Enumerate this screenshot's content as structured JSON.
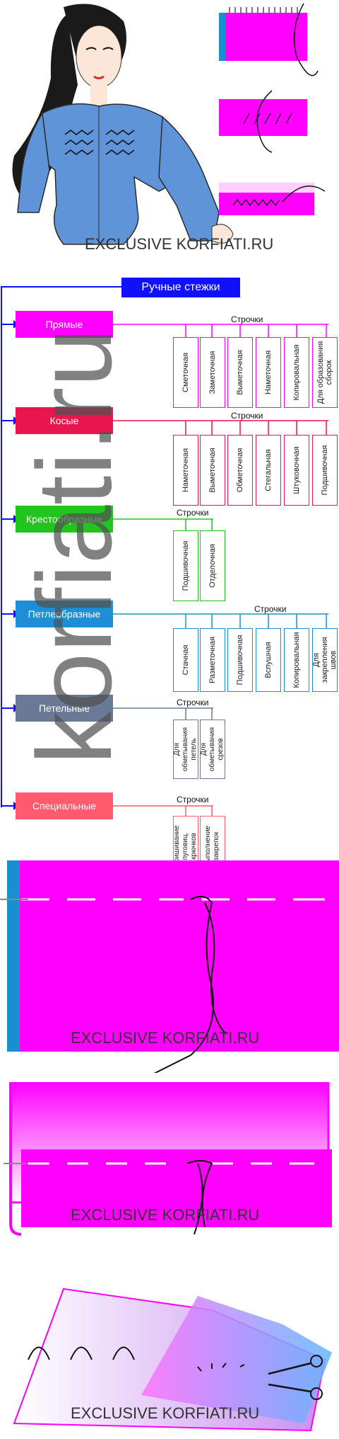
{
  "header_image": {
    "watermark": "EXCLUSIVE KORFIATI.RU"
  },
  "diagram": {
    "title": "Ручные стежки",
    "watermark": "korfiati.ru",
    "categories": [
      {
        "label": "Прямые",
        "color": "#ff00ff",
        "strochki": "Строчки",
        "items": [
          "Сметочная",
          "Заметочная",
          "Выметочная",
          "Наметочная",
          "Копировальная",
          "Для образования сборок"
        ]
      },
      {
        "label": "Косые",
        "color": "#e8154f",
        "strochki": "Строчки",
        "items": [
          "Наметочная",
          "Выметочная",
          "Обметочная",
          "Стегальная",
          "Штуковочная",
          "Подшивочная"
        ]
      },
      {
        "label": "Крестообразные",
        "color": "#22c41e",
        "strochki": "Строчки",
        "items": [
          "Подшивочная",
          "Отделочная"
        ]
      },
      {
        "label": "Петлеобразные",
        "color": "#1e8fd6",
        "strochki": "Строчки",
        "items": [
          "Стачная",
          "Разметочная",
          "Подшивочная",
          "Вспушная",
          "Копировальная",
          "Для закрепления швов"
        ]
      },
      {
        "label": "Петельные",
        "color": "#6a7a96",
        "strochki": "Строчки",
        "items": [
          "Для обметывания петель",
          "Для обметывания срезов"
        ]
      },
      {
        "label": "Специальные",
        "color": "#ff5a6e",
        "strochki": "Строчки",
        "items": [
          "Пришивание пуговиц, крючков",
          "Выполнение закрепок"
        ]
      }
    ]
  },
  "panel_1": {
    "watermark": "EXCLUSIVE KORFIATI.RU"
  },
  "panel_2": {
    "watermark": "EXCLUSIVE KORFIATI.RU"
  },
  "panel_3": {
    "watermark": "EXCLUSIVE KORFIATI.RU"
  },
  "colors": {
    "magenta": "#ff00ff",
    "blue_edge": "#1a8fd0",
    "diagram_blue": "#1010ff"
  }
}
